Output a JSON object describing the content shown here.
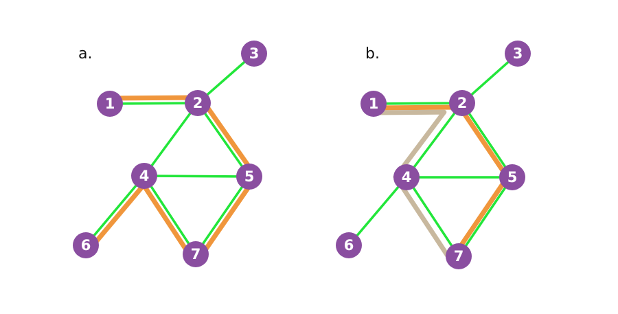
{
  "colors": {
    "edge": "#22e63a",
    "path_primary": "#f0963c",
    "path_secondary": "#c8b89e",
    "node_fill": "#8a4ea0",
    "node_text": "#ffffff"
  },
  "graph": {
    "nodes": [
      "1",
      "2",
      "3",
      "4",
      "5",
      "6",
      "7"
    ],
    "edges": [
      [
        "1",
        "2"
      ],
      [
        "2",
        "3"
      ],
      [
        "2",
        "4"
      ],
      [
        "2",
        "5"
      ],
      [
        "4",
        "5"
      ],
      [
        "4",
        "6"
      ],
      [
        "4",
        "7"
      ],
      [
        "5",
        "7"
      ]
    ]
  },
  "panels": [
    {
      "label": "a.",
      "paths": [
        {
          "color": "path_primary",
          "nodes": [
            "6",
            "4",
            "7",
            "5",
            "2",
            "1"
          ]
        }
      ]
    },
    {
      "label": "b.",
      "paths": [
        {
          "color": "path_primary",
          "nodes": [
            "1",
            "2",
            "5",
            "7"
          ]
        },
        {
          "color": "path_secondary",
          "nodes": [
            "1",
            "2",
            "4",
            "7"
          ]
        }
      ]
    }
  ]
}
